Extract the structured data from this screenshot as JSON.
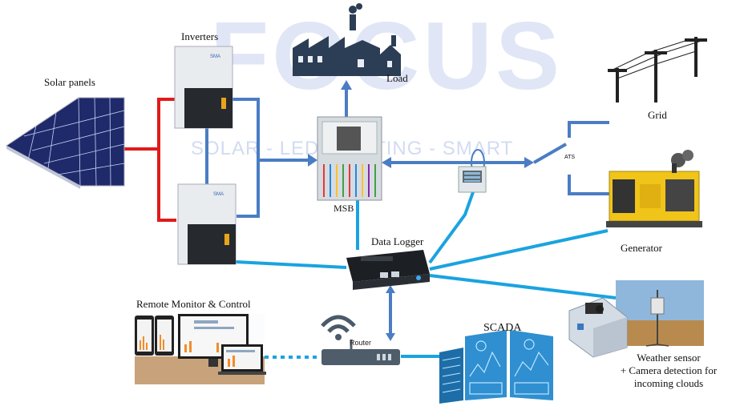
{
  "labels": {
    "solar_panels": "Solar panels",
    "inverters": "Inverters",
    "load": "Load",
    "grid": "Grid",
    "msb": "MSB",
    "ats": "ATS",
    "generator": "Generator",
    "data_logger": "Data Logger",
    "remote_monitor": "Remote Monitor & Control",
    "router": "Router",
    "scada": "SCADA",
    "weather_sensor_line1": "Weather sensor",
    "weather_sensor_line2": "+ Camera detection for",
    "weather_sensor_line3": "incoming clouds"
  },
  "watermark": {
    "logo_text": "FOCUS",
    "tagline": "SOLAR - LED LIGHTING - SMART"
  },
  "colors": {
    "dc_line": "#e01b1b",
    "ac_line": "#4a7dc4",
    "data_line": "#1aa3e0",
    "icon_dark": "#2c3e55",
    "watermark_blue": "#b9c8e8",
    "watermark_red": "#f2c4c4"
  }
}
